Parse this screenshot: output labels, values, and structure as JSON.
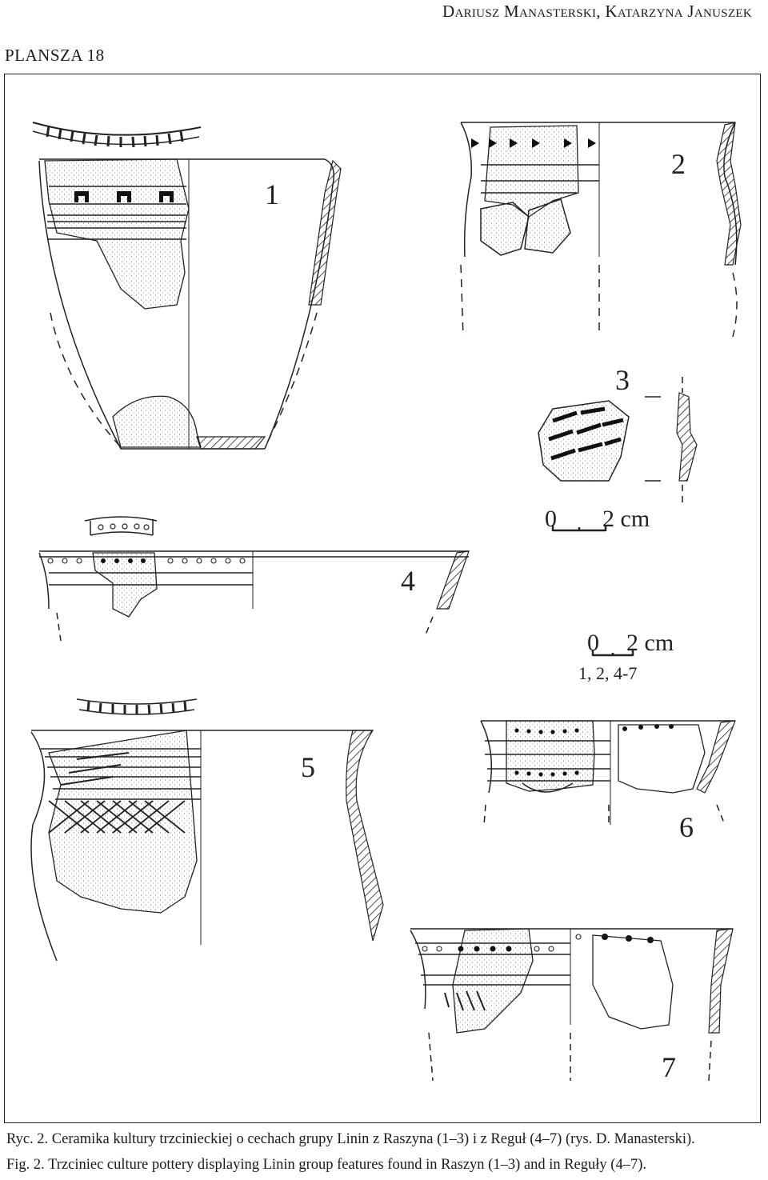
{
  "header": {
    "authors": "Dariusz Manasterski, Katarzyna Januszek"
  },
  "plate": {
    "title": "PLANSZA  18"
  },
  "figures": [
    {
      "label": "1"
    },
    {
      "label": "2"
    },
    {
      "label": "3"
    },
    {
      "label": "4"
    },
    {
      "label": "5"
    },
    {
      "label": "6"
    },
    {
      "label": "7"
    }
  ],
  "scales": {
    "scale_a": {
      "zero": "0",
      "value": "2 cm"
    },
    "scale_b": {
      "zero": "0",
      "value": "2 cm",
      "applies_to": "1, 2, 4-7"
    }
  },
  "captions": {
    "polish": "Ryc. 2.  Ceramika kultury trzcinieckiej o cechach grupy Linin z Raszyna (1–3) i z Reguł (4–7) (rys. D. Manasterski).",
    "english": "Fig. 2.  Trzciniec culture pottery displaying Linin group features found in Raszyn (1–3) and in Reguły (4–7)."
  }
}
